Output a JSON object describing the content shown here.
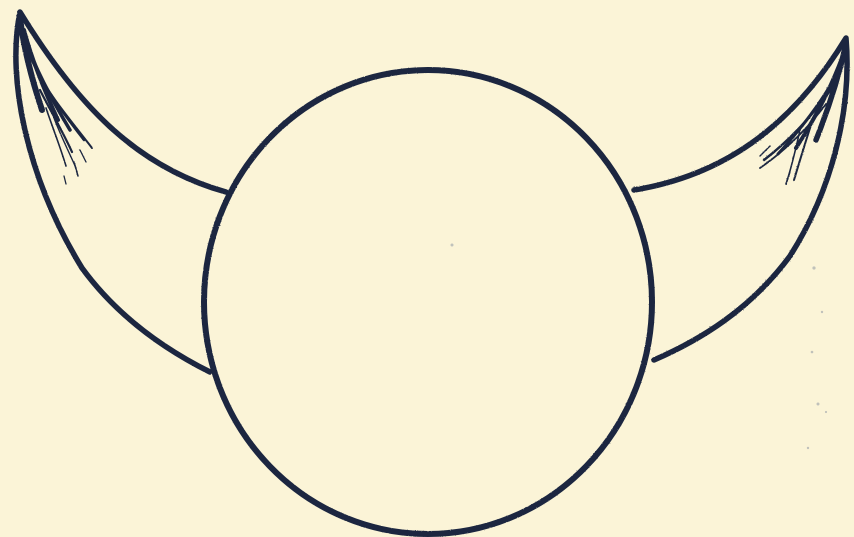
{
  "figure": {
    "subject": "circle-with-two-horns",
    "palette": {
      "paper": "#FBF4D7",
      "ink": "#1B2740"
    },
    "parts": [
      "left-horn",
      "right-horn",
      "central-circle"
    ]
  }
}
